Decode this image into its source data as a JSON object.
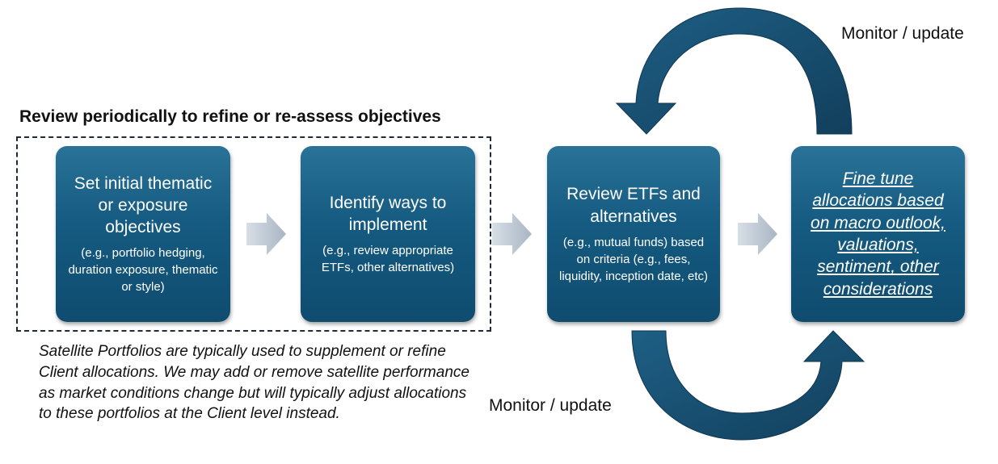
{
  "heading": "Review periodically to refine or re-assess objectives",
  "boxes": [
    {
      "main": "Set initial thematic or exposure objectives",
      "sub": "(e.g., portfolio hedging, duration exposure, thematic or style)"
    },
    {
      "main": "Identify ways to implement",
      "sub": "(e.g., review appropriate ETFs, other alternatives)"
    },
    {
      "main": "Review ETFs and alternatives",
      "sub": "(e.g., mutual funds) based on criteria (e.g., fees, liquidity, inception date, etc)"
    },
    {
      "main": "Fine tune allocations based on macro outlook, valuations, sentiment, other considerations",
      "sub": ""
    }
  ],
  "note": "Satellite Portfolios are typically used to supplement or refine Client allocations. We may add or remove satellite performance as market conditions change but will typically adjust allocations to these portfolios at the Client level instead.",
  "monitor_top": "Monitor / update",
  "monitor_bottom": "Monitor / update",
  "colors": {
    "box_top": "#2a7297",
    "box_bottom": "#0f4c6f",
    "cycle_arrow": "#174d6e",
    "step_arrow": "#b3bfcb"
  }
}
